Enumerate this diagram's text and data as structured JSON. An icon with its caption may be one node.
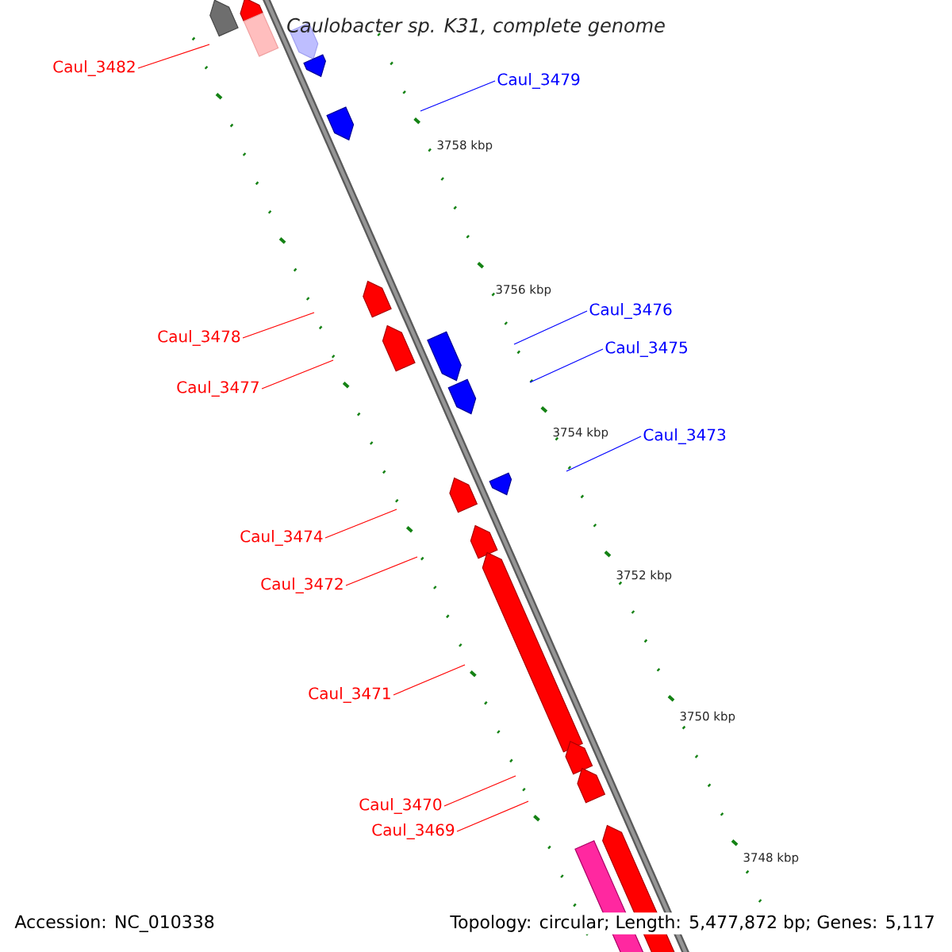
{
  "diagram": {
    "title": "Caulobacter sp. K31, complete genome",
    "nodes": [
      {
        "text": [
          "Caul_3482"
        ]
      },
      {
        "text": [
          "Caul_3479"
        ]
      },
      {
        "text": [
          "Caul_3478"
        ]
      },
      {
        "text": [
          "Caul_3477"
        ]
      },
      {
        "text": [
          "Caul_3476"
        ]
      },
      {
        "text": [
          "Caul_3475"
        ]
      },
      {
        "text": [
          "Caul_3473"
        ]
      },
      {
        "text": [
          "Caul_3474"
        ]
      },
      {
        "text": [
          "Caul_3472"
        ]
      },
      {
        "text": [
          "Caul_3471"
        ]
      },
      {
        "text": [
          "Caul_3470"
        ]
      },
      {
        "text": [
          "Caul_3469"
        ]
      }
    ],
    "edges": [
      {
        "from": 0,
        "to": null,
        "arrow": "none"
      },
      {
        "from": 1,
        "to": null,
        "arrow": "none",
        "color": "#0000ff"
      },
      {
        "from": 2,
        "to": null,
        "arrow": "none"
      },
      {
        "from": 3,
        "to": null,
        "arrow": "none"
      },
      {
        "from": 4,
        "to": null,
        "arrow": "none",
        "color": "#0000ff"
      },
      {
        "from": 5,
        "to": null,
        "arrow": "none",
        "color": "#0000ff"
      },
      {
        "from": 6,
        "to": null,
        "arrow": "none",
        "color": "#0000ff"
      },
      {
        "from": 7,
        "to": null,
        "arrow": "none"
      },
      {
        "from": 8,
        "to": null,
        "arrow": "none"
      },
      {
        "from": 9,
        "to": null,
        "arrow": "none"
      },
      {
        "from": 10,
        "to": null,
        "arrow": "none"
      },
      {
        "from": 11,
        "to": null,
        "arrow": "none"
      }
    ],
    "labels": [
      "3758 kbp",
      "3756 kbp",
      "3754 kbp",
      "3752 kbp",
      "3750 kbp",
      "3748 kbp",
      "Accession: NC_010338",
      "Topology: circular; Length: 5,477,872 bp; Genes: 5,117"
    ]
  }
}
